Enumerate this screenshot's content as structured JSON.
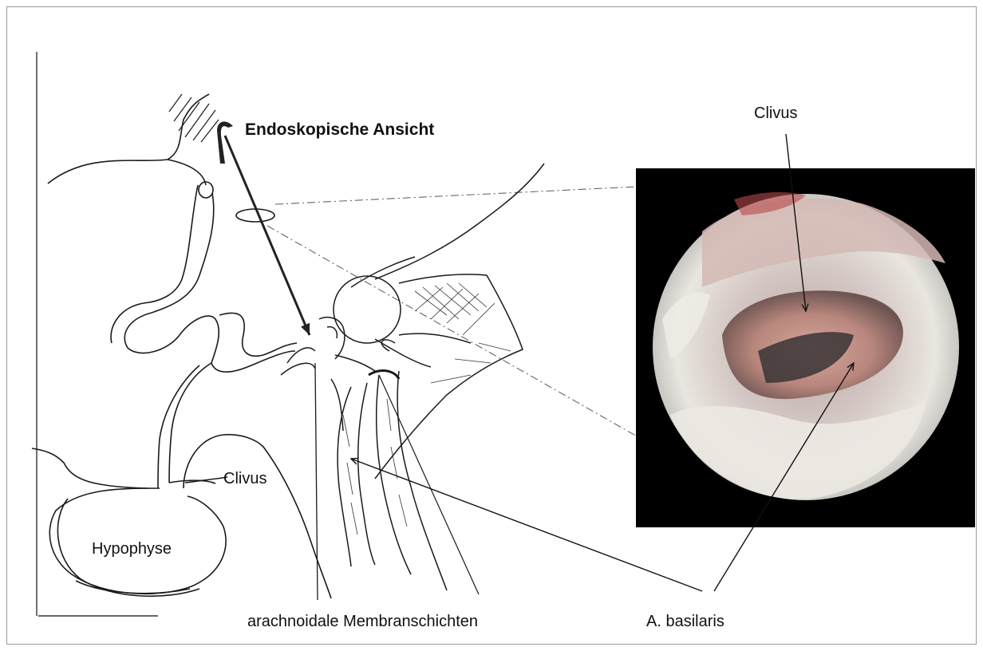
{
  "labels": {
    "endoscopic_view": "Endoskopische Ansicht",
    "clivus_photo": "Clivus",
    "clivus_drawing": "Clivus",
    "hypophyse": "Hypophyse",
    "arachnoid": "arachnoidale Membranschichten",
    "basilaris": "A. basilaris"
  },
  "colors": {
    "line": "#1a1a1a",
    "photo_background": "#000000",
    "tissue_light": "#e6e2dc",
    "tissue_pink": "#c9a7a4",
    "cavity_dark": "#3a3436"
  }
}
